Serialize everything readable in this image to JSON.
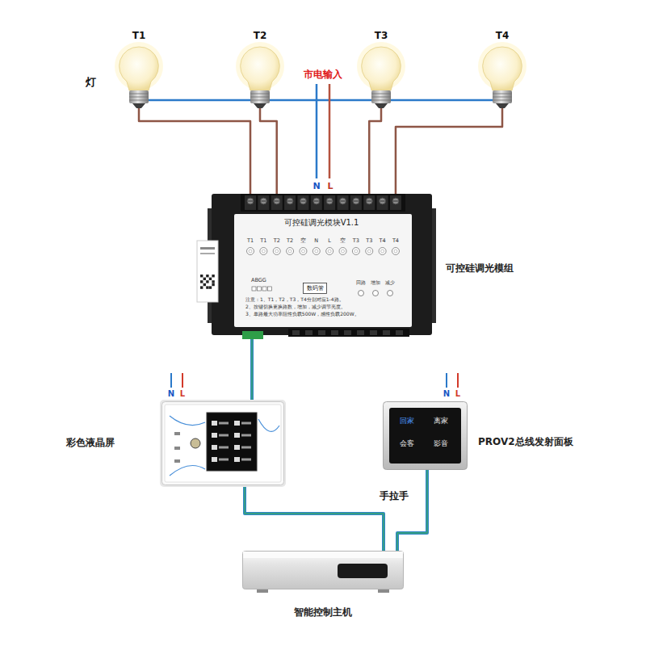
{
  "diagram": {
    "nodes": [
      {
        "text": [
          "T1"
        ]
      },
      {
        "text": [
          "T2"
        ]
      },
      {
        "text": [
          "T3"
        ]
      },
      {
        "text": [
          "T4"
        ]
      },
      {
        "text": [
          "可控硅调光模块V1.1",
          "T1",
          "T1",
          "T2",
          "T2",
          "空",
          "N",
          "L",
          "空",
          "T3",
          "T3",
          "T4",
          "T4",
          "ABGG",
          "回路",
          "增加",
          "减少",
          "注意：1、T1，T2，T3，T4分别对应1-4路。",
          "2、按键切换更换路数，增加，减少调节亮度。",
          "3、单路最大功率阻性负载500W，感性负载200W。",
          "可控硅调光模组"
        ]
      },
      {
        "text": [
          "数码管"
        ],
        "in": 4
      },
      {
        "text": [
          "彩色液晶屏"
        ]
      },
      {
        "text": [
          "回家",
          "离家",
          "会客",
          "影音",
          "PROV2总线发射面板"
        ]
      },
      {
        "text": [
          "智能控制主机"
        ]
      }
    ],
    "edges": [
      {
        "from": 0,
        "to": 4,
        "arrow": "none"
      },
      {
        "from": 1,
        "to": 4,
        "arrow": "none"
      },
      {
        "from": 2,
        "to": 4,
        "arrow": "none"
      },
      {
        "from": 3,
        "to": 4,
        "arrow": "none"
      },
      {
        "from": 4,
        "to": 6,
        "arrow": "none"
      },
      {
        "from": 6,
        "to": 8,
        "arrow": "none"
      },
      {
        "from": 7,
        "to": 8,
        "arrow": "none"
      }
    ],
    "labels": [
      "灯",
      "市电输入",
      "N",
      "L",
      "N",
      "L",
      "N",
      "L",
      "手拉手"
    ]
  }
}
